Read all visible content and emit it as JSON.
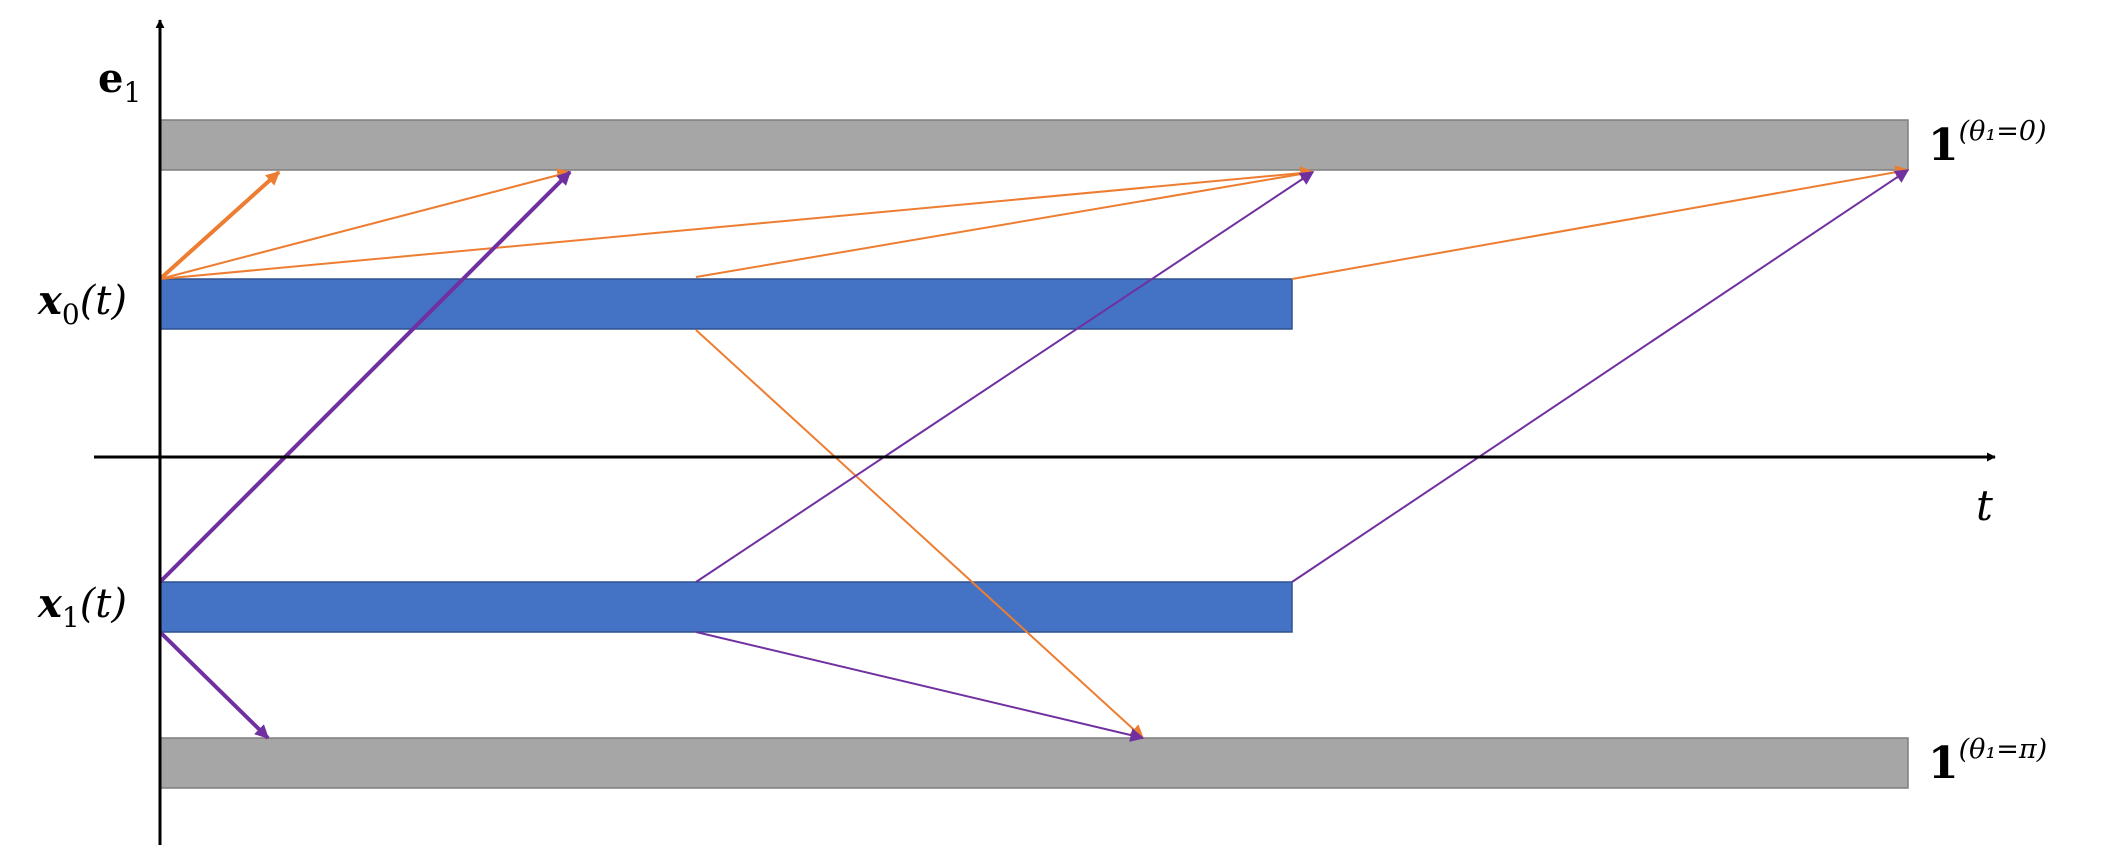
{
  "labels": {
    "e1": {
      "base": "e",
      "sub": "1"
    },
    "x0": {
      "base": "x",
      "sub": "0",
      "arg": "(t)"
    },
    "x1": {
      "base": "x",
      "sub": "1",
      "arg": "(t)"
    },
    "t_axis": "t",
    "top_indicator": {
      "base": "1",
      "sup": "(θ₁=0)"
    },
    "bottom_indicator": {
      "base": "1",
      "sup": "(θ₁=π)"
    }
  },
  "colors": {
    "gray_bar": "#a6a6a6",
    "gray_bar_stroke": "#7f7f7f",
    "blue_bar": "#4472c4",
    "blue_bar_stroke": "#2f528f",
    "orange": "#ed7d31",
    "purple": "#7030a0",
    "axis": "#000000"
  }
}
